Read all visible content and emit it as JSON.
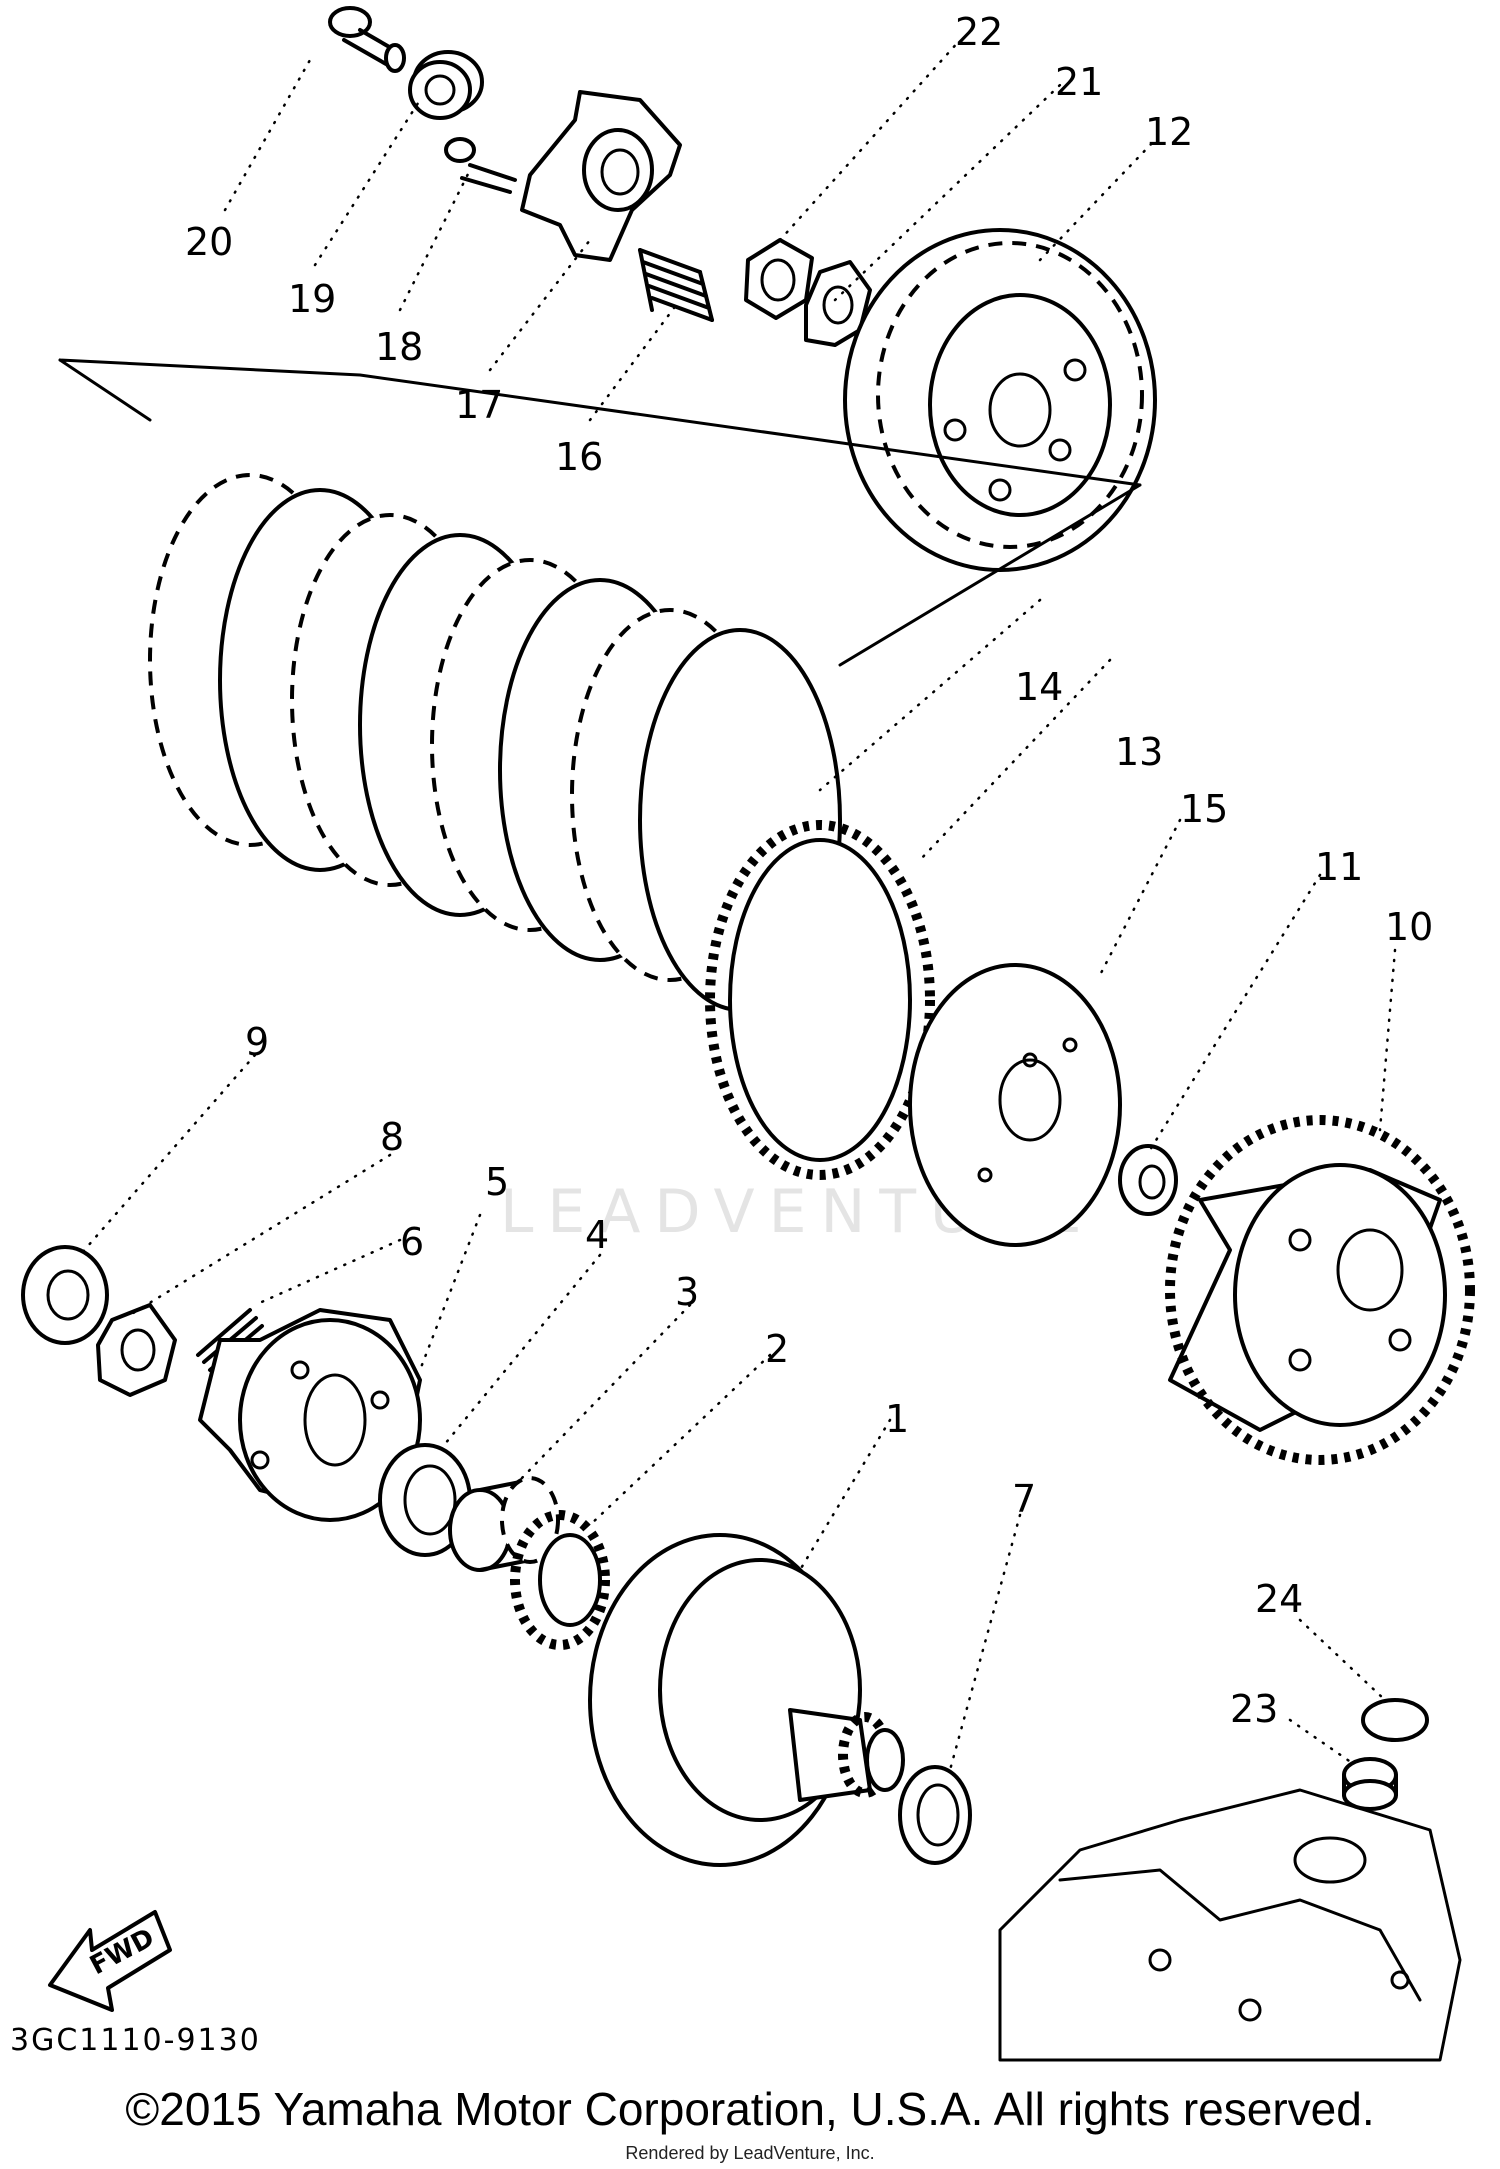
{
  "diagram": {
    "code": "3GC1110-9130",
    "fwd_label": "FWD",
    "watermark": "LEADVENTURE",
    "callouts": [
      "1",
      "2",
      "3",
      "4",
      "5",
      "6",
      "7",
      "8",
      "9",
      "10",
      "11",
      "12",
      "13",
      "14",
      "15",
      "16",
      "17",
      "18",
      "19",
      "20",
      "21",
      "22",
      "23",
      "24"
    ]
  },
  "footer": {
    "copyright": "©2015 Yamaha Motor Corporation, U.S.A. All rights reserved.",
    "rendered_by": "Rendered by LeadVenture, Inc."
  }
}
